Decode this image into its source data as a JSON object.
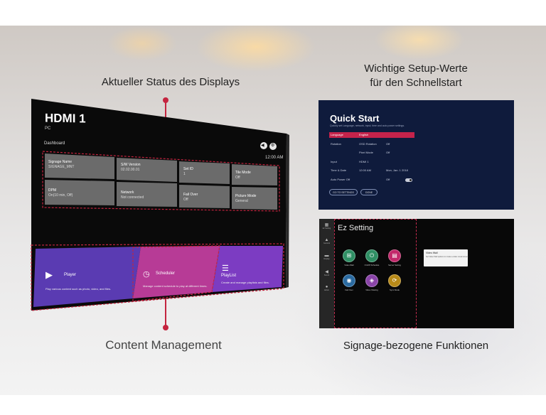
{
  "captions": {
    "status": "Aktueller Status des Displays",
    "setup_line1": "Wichtige Setup-Werte",
    "setup_line2": "für den Schnellstart",
    "content": "Content Management",
    "signage": "Signage-bezogene Funktionen"
  },
  "main_display": {
    "title": "HDMI 1",
    "subtitle": "PC",
    "dashboard_label": "Dashboard",
    "time": "12:00 AM",
    "tiles": [
      {
        "label": "Signage Name",
        "value": "SIGNAGE_MNT",
        "icon": "display-icon"
      },
      {
        "label": "S/W Version",
        "value": "02.02.00.01",
        "icon": "software-icon"
      },
      {
        "label": "Set ID",
        "value": "1",
        "icon": "id-icon"
      },
      {
        "label": "Tile Mode",
        "value": "Off",
        "icon": "tile-icon"
      },
      {
        "label": "DPM",
        "value": "On(10 min, Off)",
        "icon": "power-icon"
      },
      {
        "label": "Network",
        "value": "Not connected",
        "icon": "network-icon"
      },
      {
        "label": "Fail Over",
        "value": "Off",
        "icon": "failover-icon"
      },
      {
        "label": "Picture Mode",
        "value": "General",
        "icon": "picture-icon"
      }
    ],
    "content_items": [
      {
        "label": "Player",
        "desc": "Play various content such as photo, video, and files.",
        "icon": "player-icon",
        "color": "#5b3cb0"
      },
      {
        "label": "Scheduler",
        "desc": "Manage content schedule to play at different times.",
        "icon": "scheduler-icon",
        "color": "#b63c98"
      },
      {
        "label": "PlayList",
        "desc": "Create and manage playlists and files.",
        "icon": "playlist-icon",
        "color": "#7b3cc0"
      }
    ]
  },
  "quick_start": {
    "title": "Quick Start",
    "description": "Quickly set Language, network, input, time and auto power settings.",
    "rows": [
      {
        "label": "Language",
        "value": "English",
        "value2": "",
        "selected": true
      },
      {
        "label": "Rotation",
        "value": "OSD Rotation",
        "value2": "Off",
        "selected": false
      },
      {
        "label": "",
        "value": "Pixel Mode",
        "value2": "Off",
        "selected": false
      },
      {
        "label": "Input",
        "value": "HDMI 1",
        "value2": "",
        "selected": false
      },
      {
        "label": "Time & Date",
        "value": "12:00 AM",
        "value2": "Mon, Jan. 1 2018",
        "selected": false
      },
      {
        "label": "Auto Power Off",
        "value": "",
        "value2": "Off",
        "selected": false
      }
    ],
    "btn_settings": "GO TO SETTINGS",
    "btn_done": "DONE"
  },
  "ez_setting": {
    "title": "Ez Setting",
    "sidebar": [
      {
        "label": "Ez Setting",
        "icon": "ez-icon"
      },
      {
        "label": "General",
        "icon": "general-icon"
      },
      {
        "label": "Display",
        "icon": "display-icon"
      },
      {
        "label": "Sound",
        "icon": "sound-icon"
      },
      {
        "label": "Admin",
        "icon": "admin-icon"
      }
    ],
    "items": [
      {
        "label": "Video Wall",
        "icon": "video-wall-icon",
        "color": "#2f8f64"
      },
      {
        "label": "On/Off Schedule",
        "icon": "schedule-icon",
        "color": "#2f8f64"
      },
      {
        "label": "Server Setting",
        "icon": "server-icon",
        "color": "#c2286a"
      },
      {
        "label": "Fail Over",
        "icon": "failover-icon",
        "color": "#2a6aa0"
      },
      {
        "label": "Video Sharing",
        "icon": "video-sharing-icon",
        "color": "#8a44a8"
      },
      {
        "label": "Sync Mode",
        "icon": "sync-icon",
        "color": "#b88a18"
      }
    ],
    "tooltip_title": "Video Wall",
    "tooltip_desc": "Set Video Wall options to create a video visual screen."
  },
  "colors": {
    "accent": "#c4243f",
    "tile": "#6a6a6a",
    "panel": "#0f1b3c"
  }
}
